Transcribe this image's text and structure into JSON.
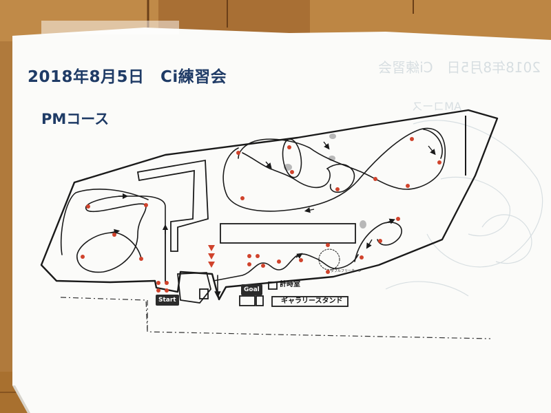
{
  "title": "2018年8月5日　Ci練習会",
  "subtitle": "PMコース",
  "labels": {
    "start": "Start",
    "goal": "Goal",
    "timing_room": "計時室",
    "gallery_stand": "ギャラリースタンド",
    "double_free_turn": "ダブルフリーターン"
  },
  "colors": {
    "title_text": "#1f3b66",
    "course_line": "#1a1a1a",
    "pylon_marker": "#d0432c",
    "direction_marker": "#d0432c",
    "paper": "#fbfbf9",
    "wood_background": "#b07a3c"
  }
}
